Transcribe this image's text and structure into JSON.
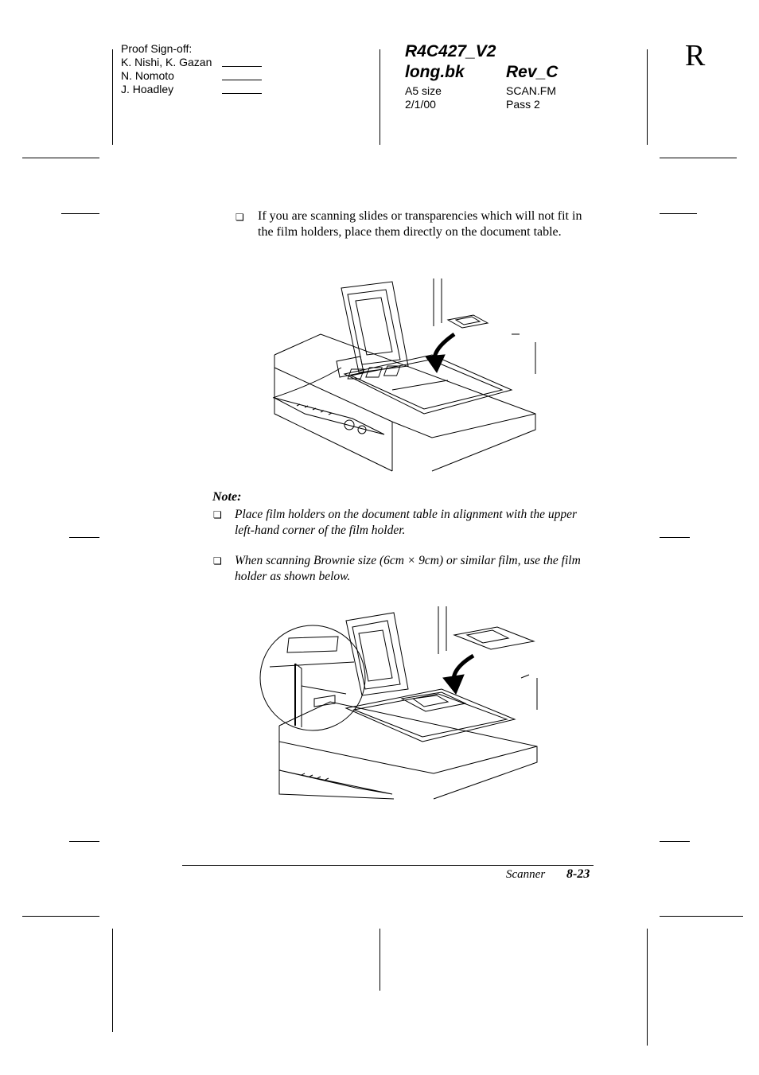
{
  "header": {
    "proof_title": "Proof Sign-off:",
    "signers": [
      "K. Nishi, K. Gazan",
      "N. Nomoto",
      "J. Hoadley"
    ],
    "doc_code": "R4C427_V2",
    "book": "long.bk",
    "revision": "Rev_C",
    "size": "A5 size",
    "date": "2/1/00",
    "file": "SCAN.FM",
    "pass": "Pass 2",
    "side_mark": "R"
  },
  "content": {
    "bullet_glyph": "❏",
    "intro_item": "If you are scanning slides or transparencies which will not fit in the film holders, place them directly on the document table.",
    "note_title": "Note:",
    "note_items": [
      "Place film holders on the document table in alignment with the upper left-hand corner of the film holder.",
      "When scanning Brownie size (6cm × 9cm) or similar film, use the film holder as shown below."
    ]
  },
  "footer": {
    "section": "Scanner",
    "page_number": "8-23"
  }
}
